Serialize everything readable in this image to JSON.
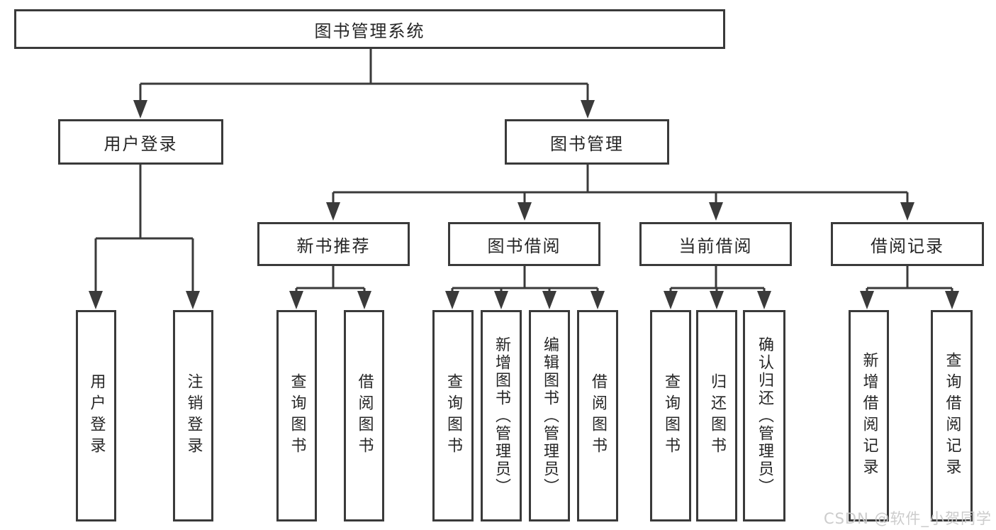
{
  "diagram": {
    "root": {
      "label": "图书管理系统"
    },
    "level2": [
      {
        "label": "用户登录"
      },
      {
        "label": "图书管理"
      }
    ],
    "level3": [
      {
        "label": "新书推荐"
      },
      {
        "label": "图书借阅"
      },
      {
        "label": "当前借阅"
      },
      {
        "label": "借阅记录"
      }
    ],
    "leaves": {
      "user_login": [
        "用户登录",
        "注销登录"
      ],
      "new_books": [
        "查询图书",
        "借阅图书"
      ],
      "book_borrow": [
        "查询图书",
        "新增图书（管理员）",
        "编辑图书（管理员）",
        "借阅图书"
      ],
      "current_borrow": [
        "查询图书",
        "归还图书",
        "确认归还（管理员）"
      ],
      "borrow_records": [
        "新增借阅记录",
        "查询借阅记录"
      ]
    }
  },
  "watermark": {
    "text": "CSDN @软件_小贺同学"
  },
  "colors": {
    "line": "#3a3a3a",
    "text": "#262626",
    "watermark": "#c9c9c9",
    "background": "#ffffff"
  }
}
